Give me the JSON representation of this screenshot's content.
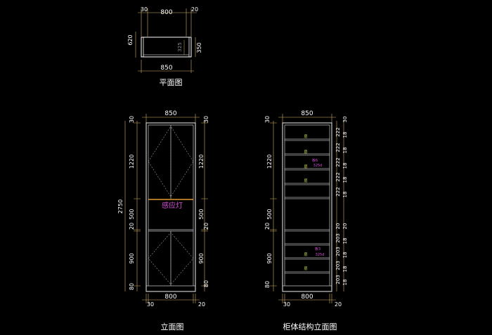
{
  "colors": {
    "background": "#000000",
    "outline": "#c8c8c8",
    "white_line": "#ffffff",
    "dim_line": "#d4b06a",
    "dim_text": "#ffffff",
    "title_text": "#ffffff",
    "magenta": "#d24fd2",
    "yellow": "#d8e44a",
    "orange": "#e09a30"
  },
  "plan": {
    "title": "平面图",
    "dim_top_left": "30",
    "dim_top_mid": "800",
    "dim_top_right": "20",
    "dim_left": "620",
    "dim_inner": "325",
    "dim_right": "350",
    "dim_bottom": "850"
  },
  "front": {
    "title": "立面图",
    "dim_top": "850",
    "dim_total": "2750",
    "left_dims": [
      "30",
      "1220",
      "500",
      "20",
      "900",
      "80"
    ],
    "right_dims": [
      "30",
      "1220",
      "500",
      "20",
      "900",
      "80"
    ],
    "dim_bottom_left": "30",
    "dim_bottom_mid": "800",
    "dim_bottom_right": "20",
    "sensor_light_label": "感应灯"
  },
  "structure": {
    "title": "柜体结构立面图",
    "dim_top": "850",
    "left_dims": [
      "30",
      "1220",
      "500",
      "20",
      "900",
      "80"
    ],
    "right_col_a": [
      "222",
      "222",
      "222",
      "222",
      "222",
      "20",
      "203",
      "203",
      "203",
      "203"
    ],
    "right_col_b": [
      "30",
      "18",
      "18",
      "18",
      "18",
      "18",
      "20",
      "18",
      "18",
      "18",
      "18"
    ],
    "dim_bottom_left": "30",
    "dim_bottom_mid": "800",
    "dim_bottom_right": "20",
    "shelf_marks": [
      "层",
      "层",
      "层",
      "层",
      "层",
      "层"
    ],
    "note_upper_a": "板6",
    "note_upper_b": "325d",
    "note_lower_a": "板3",
    "note_lower_b": "325d"
  }
}
